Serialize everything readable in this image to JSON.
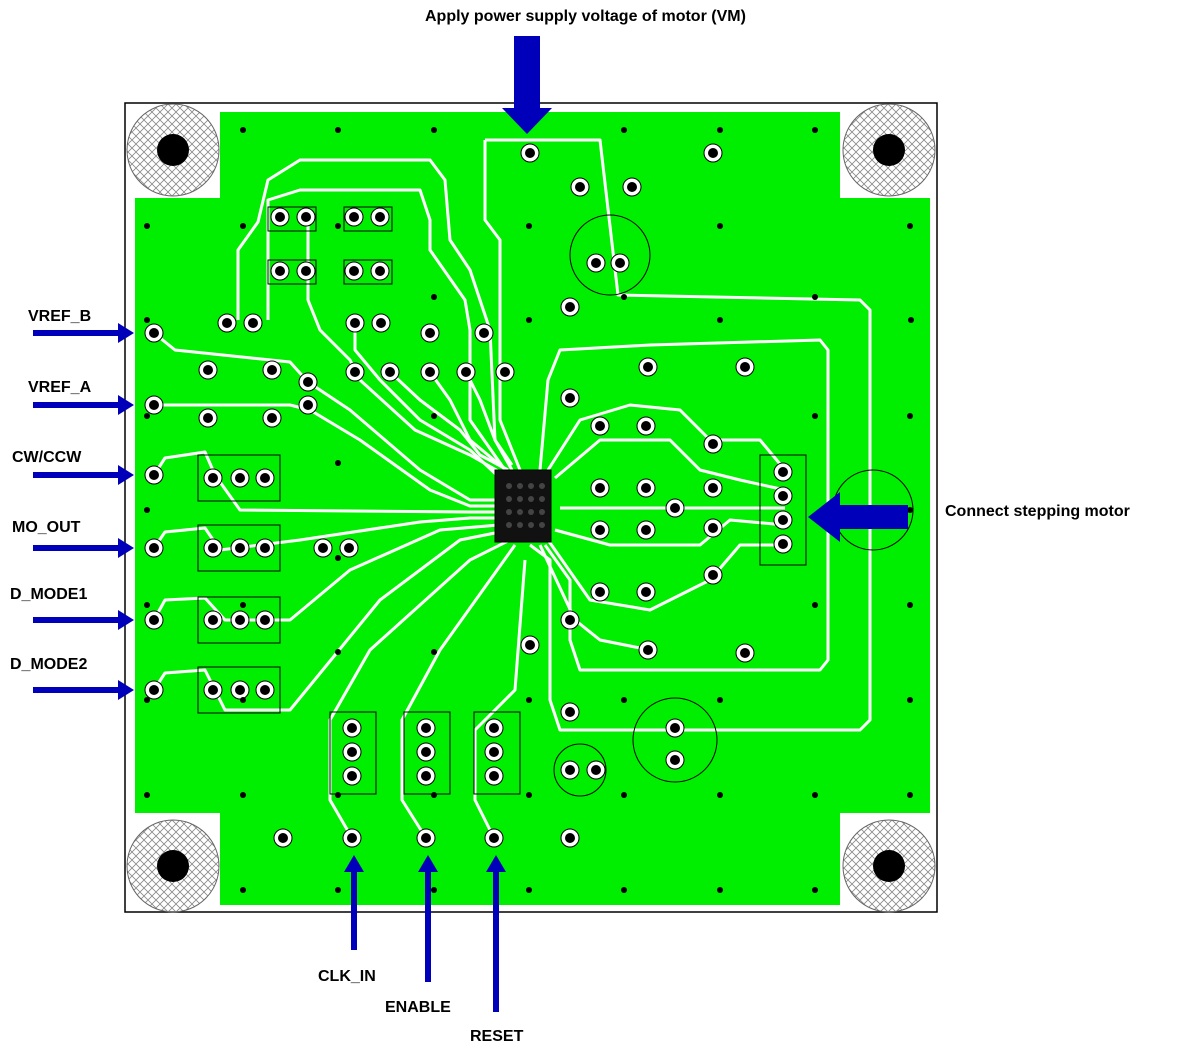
{
  "title": "Apply power supply voltage of motor (VM)",
  "motor_label": "Connect stepping motor",
  "left_signals": [
    "VREF_B",
    "VREF_A",
    "CW/CCW",
    "MO_OUT",
    "D_MODE1",
    "D_MODE2"
  ],
  "bottom_signals": [
    "CLK_IN",
    "ENABLE",
    "RESET"
  ],
  "colors": {
    "board": "#00ee00",
    "trace": "#ffffff",
    "arrow": "#0000bb",
    "outline": "#000000",
    "hatch": "#999999"
  },
  "icons": {
    "arrow": "arrow-icon",
    "mounting_hole": "mounting-hole-icon",
    "ic": "ic-chip-icon",
    "connector": "motor-connector-icon",
    "capacitor": "capacitor-icon"
  }
}
